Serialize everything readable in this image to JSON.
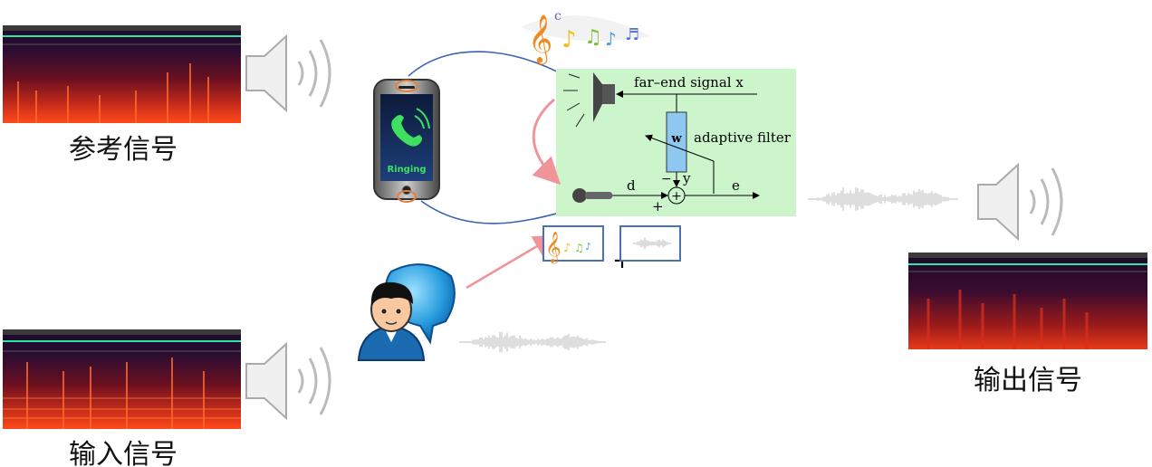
{
  "labels": {
    "reference": "参考信号",
    "input": "输入信号",
    "output": "输出信号"
  },
  "phone": {
    "screen_text": "Ringing"
  },
  "aec_block": {
    "far_end": "far–end signal x",
    "weight": "w",
    "adaptive_filter": "adaptive filter",
    "minus": "−",
    "y": "y",
    "plus_symbol": "+",
    "d": "d",
    "e": "e",
    "plus_bottom": "+"
  },
  "mix": {
    "plus": "+"
  },
  "colors": {
    "block_bg": "#ccf5cc",
    "filter_fill": "#8ec8f0",
    "link_line": "#3a64b4",
    "pink_arrow": "#f0949a",
    "spectrogram_dark": "#1a0a2a",
    "spectrogram_hot": "#e8301a"
  }
}
